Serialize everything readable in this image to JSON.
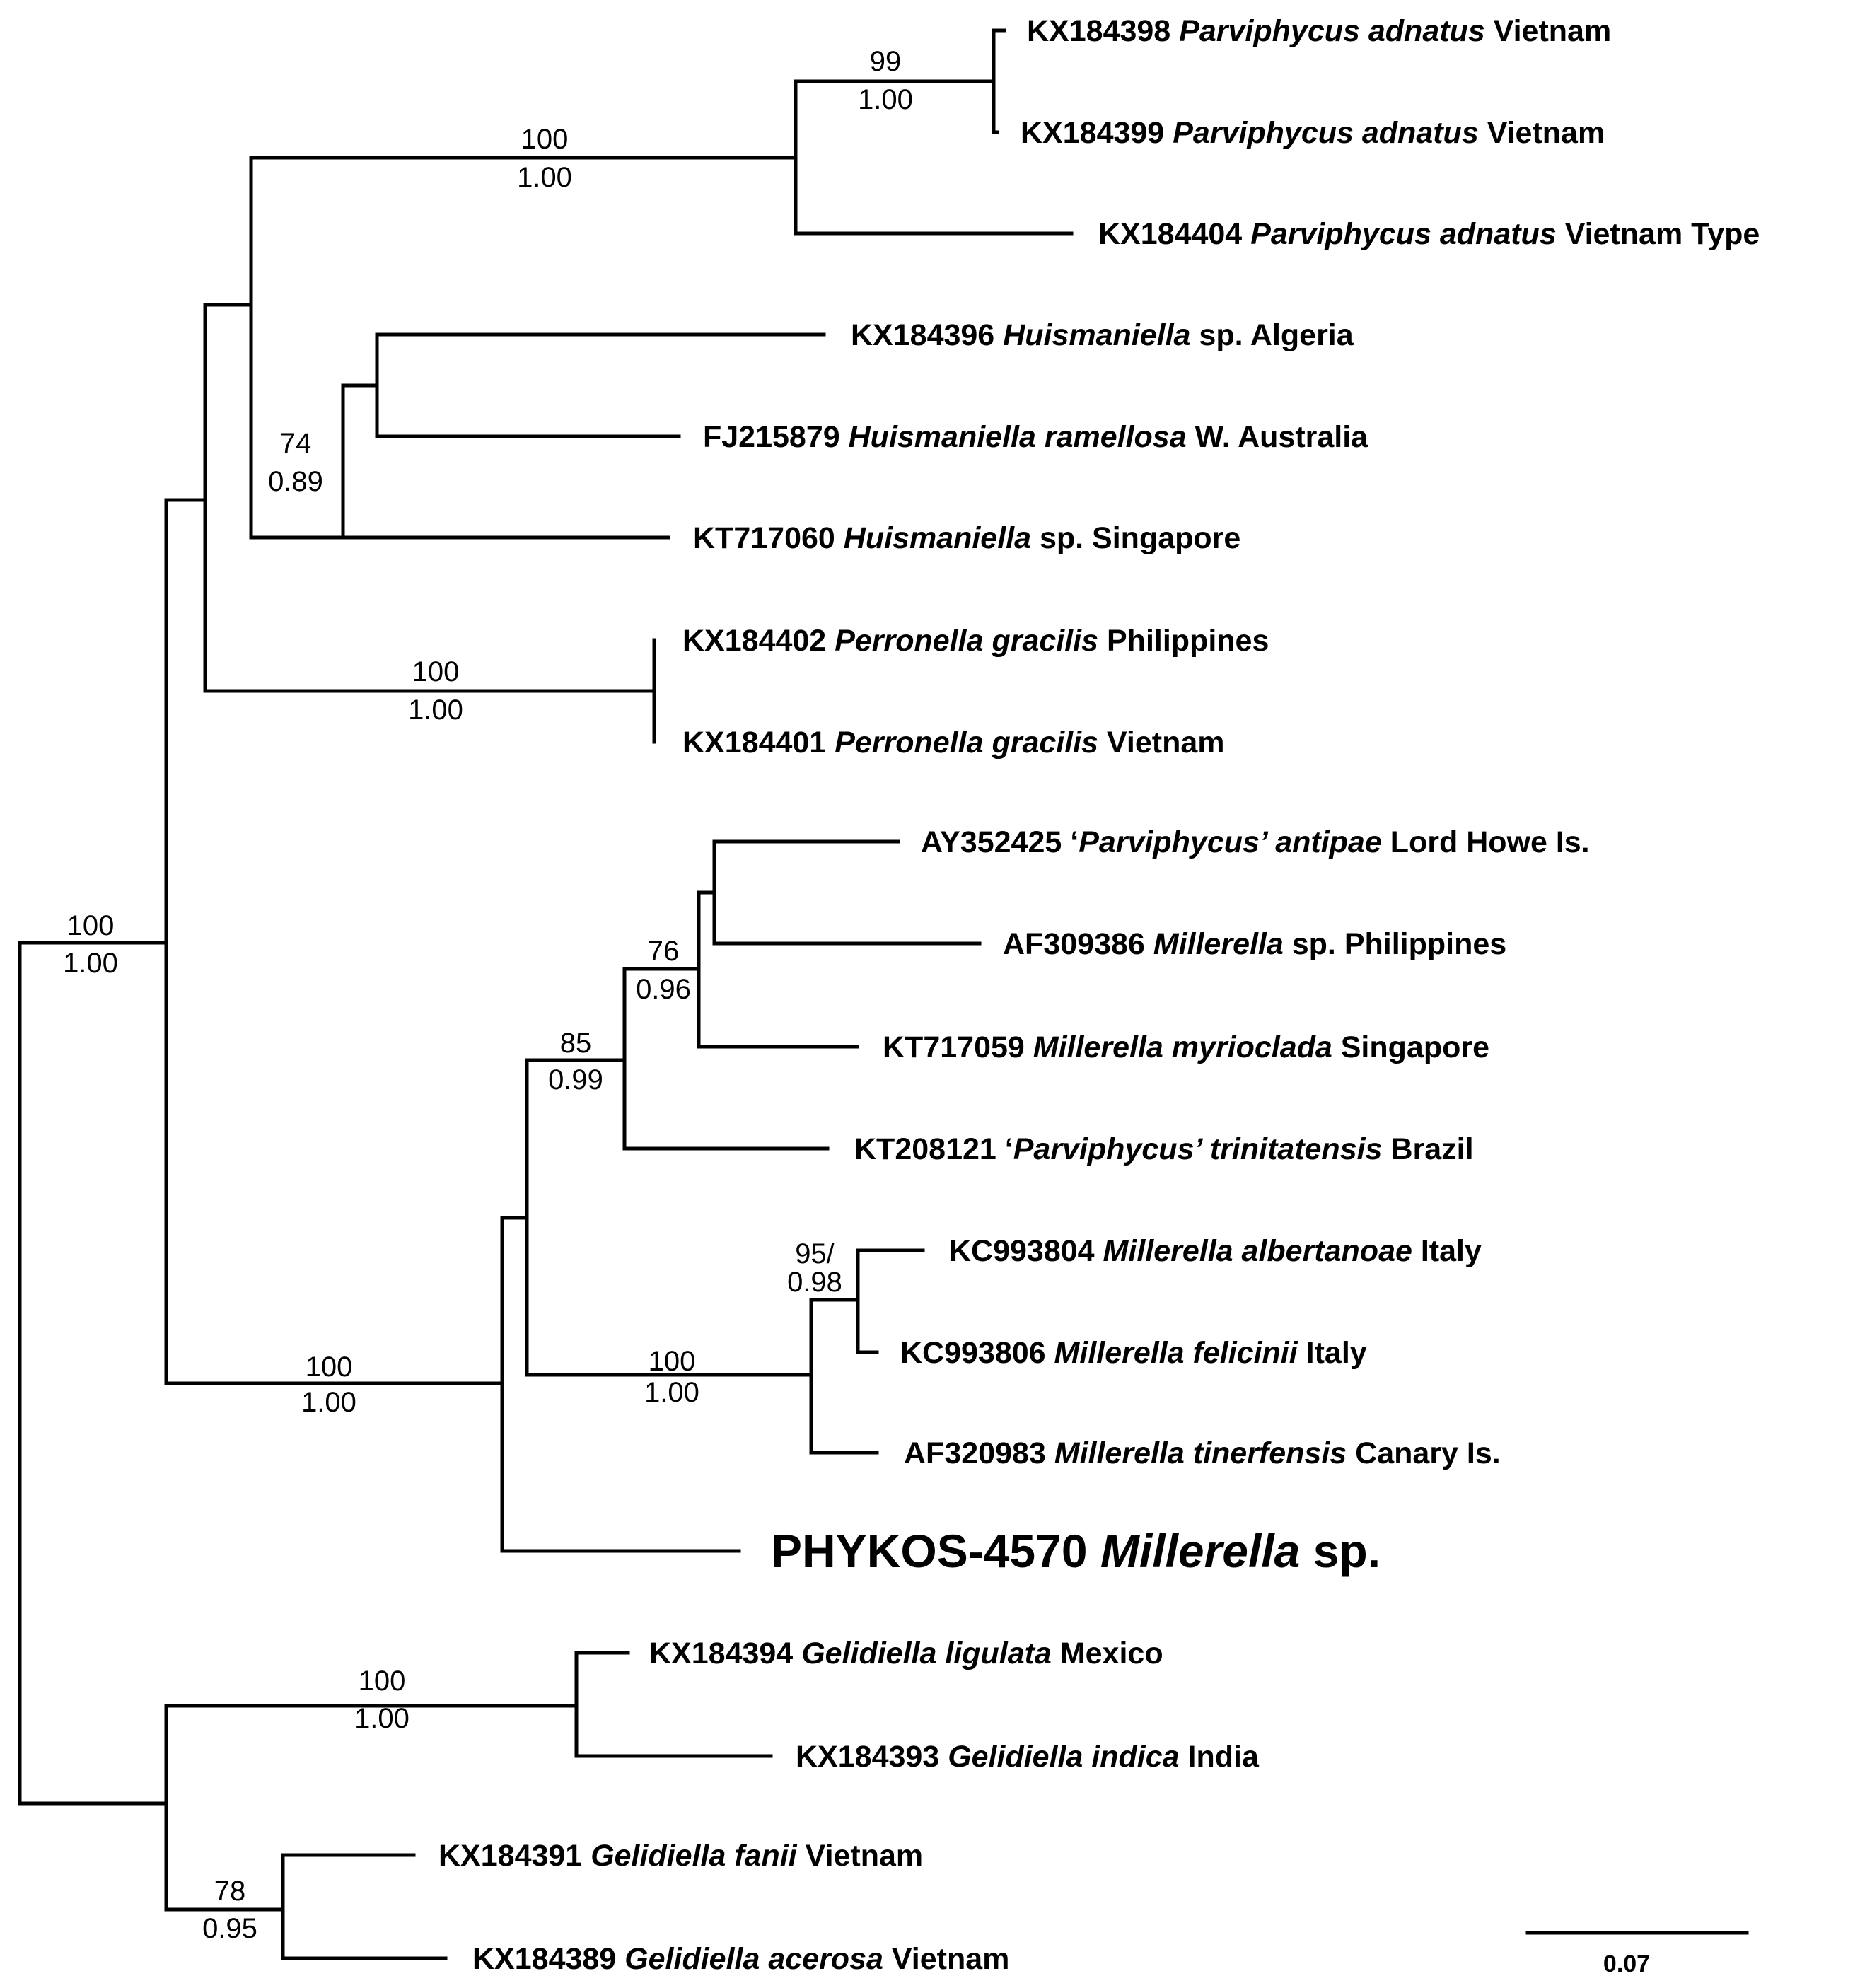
{
  "tips": [
    {
      "acc": "KX184398",
      "pre": "",
      "sp": "Parviphycus adnatus",
      "post": "Vietnam"
    },
    {
      "acc": "KX184399",
      "pre": "",
      "sp": "Parviphycus adnatus",
      "post": "Vietnam"
    },
    {
      "acc": "KX184404",
      "pre": "",
      "sp": "Parviphycus adnatus",
      "post": "Vietnam Type"
    },
    {
      "acc": "KX184396",
      "pre": "",
      "sp": "Huismaniella",
      "post": "sp. Algeria"
    },
    {
      "acc": "FJ215879",
      "pre": "",
      "sp": "Huismaniella ramellosa",
      "post": "W. Australia"
    },
    {
      "acc": "KT717060",
      "pre": "",
      "sp": "Huismaniella",
      "post": "sp. Singapore"
    },
    {
      "acc": "KX184402",
      "pre": "",
      "sp": "Perronella gracilis",
      "post": "Philippines"
    },
    {
      "acc": "KX184401",
      "pre": "",
      "sp": "Perronella gracilis",
      "post": "Vietnam"
    },
    {
      "acc": "AY352425",
      "pre": "‘",
      "sp": "Parviphycus’ antipae",
      "post": "Lord Howe Is."
    },
    {
      "acc": "AF309386",
      "pre": "",
      "sp": "Millerella",
      "post": "sp. Philippines"
    },
    {
      "acc": "KT717059",
      "pre": "",
      "sp": "Millerella myrioclada",
      "post": "Singapore"
    },
    {
      "acc": "KT208121",
      "pre": "‘",
      "sp": "Parviphycus’ trinitatensis",
      "post": "Brazil"
    },
    {
      "acc": "KC993804",
      "pre": "",
      "sp": "Millerella albertanoae",
      "post": "Italy"
    },
    {
      "acc": "KC993806",
      "pre": "",
      "sp": "Millerella felicinii",
      "post": "Italy"
    },
    {
      "acc": "AF320983",
      "pre": "",
      "sp": "Millerella tinerfensis",
      "post": "Canary Is."
    },
    {
      "acc": "PHYKOS-4570",
      "pre": "",
      "sp": "Millerella",
      "post": "sp."
    },
    {
      "acc": "KX184394",
      "pre": "",
      "sp": "Gelidiella ligulata",
      "post": "Mexico"
    },
    {
      "acc": "KX184393",
      "pre": "",
      "sp": "Gelidiella indica",
      "post": "India"
    },
    {
      "acc": "KX184391",
      "pre": "",
      "sp": "Gelidiella fanii",
      "post": "Vietnam"
    },
    {
      "acc": "KX184389",
      "pre": "",
      "sp": "Gelidiella acerosa",
      "post": "Vietnam"
    }
  ],
  "supports": [
    {
      "top": "99",
      "bottom": "1.00"
    },
    {
      "top": "100",
      "bottom": "1.00"
    },
    {
      "top": "74",
      "bottom": "0.89"
    },
    {
      "top": "100",
      "bottom": "1.00"
    },
    {
      "top": "76",
      "bottom": "0.96"
    },
    {
      "top": "85",
      "bottom": "0.99"
    },
    {
      "top": "95/",
      "bottom": "0.98"
    },
    {
      "top": "100",
      "bottom": "1.00"
    },
    {
      "top": "100",
      "bottom": "1.00"
    },
    {
      "top": "100",
      "bottom": "1.00"
    },
    {
      "top": "78",
      "bottom": "0.95"
    },
    {
      "top": "100",
      "bottom": "1.00"
    }
  ],
  "scale_bar": {
    "label": "0.07"
  }
}
